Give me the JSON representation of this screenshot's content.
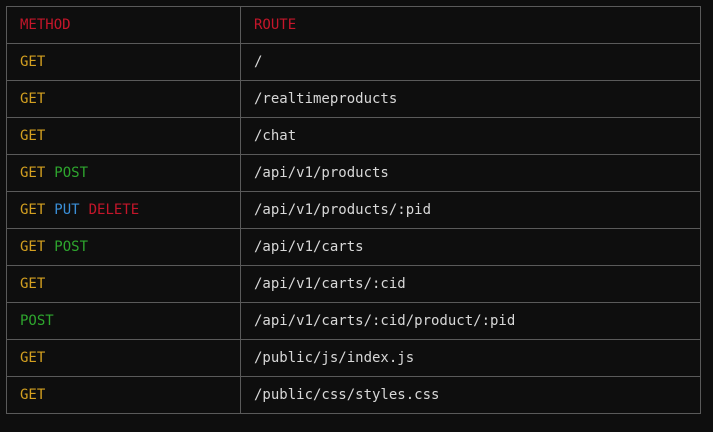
{
  "colors": {
    "background": "#0e0e0e",
    "border": "#5a5a5a",
    "header": "#c4162a",
    "route_text": "#d8d8d8",
    "GET": "#d4a020",
    "POST": "#2ea62e",
    "PUT": "#3a8fd8",
    "DELETE": "#c4162a"
  },
  "table": {
    "headers": {
      "method": "METHOD",
      "route": "ROUTE"
    },
    "rows": [
      {
        "methods": [
          "GET"
        ],
        "route": "/"
      },
      {
        "methods": [
          "GET"
        ],
        "route": "/realtimeproducts"
      },
      {
        "methods": [
          "GET"
        ],
        "route": "/chat"
      },
      {
        "methods": [
          "GET",
          "POST"
        ],
        "route": "/api/v1/products"
      },
      {
        "methods": [
          "GET",
          "PUT",
          "DELETE"
        ],
        "route": "/api/v1/products/:pid"
      },
      {
        "methods": [
          "GET",
          "POST"
        ],
        "route": "/api/v1/carts"
      },
      {
        "methods": [
          "GET"
        ],
        "route": "/api/v1/carts/:cid"
      },
      {
        "methods": [
          "POST"
        ],
        "route": "/api/v1/carts/:cid/product/:pid"
      },
      {
        "methods": [
          "GET"
        ],
        "route": "/public/js/index.js"
      },
      {
        "methods": [
          "GET"
        ],
        "route": "/public/css/styles.css"
      }
    ]
  }
}
